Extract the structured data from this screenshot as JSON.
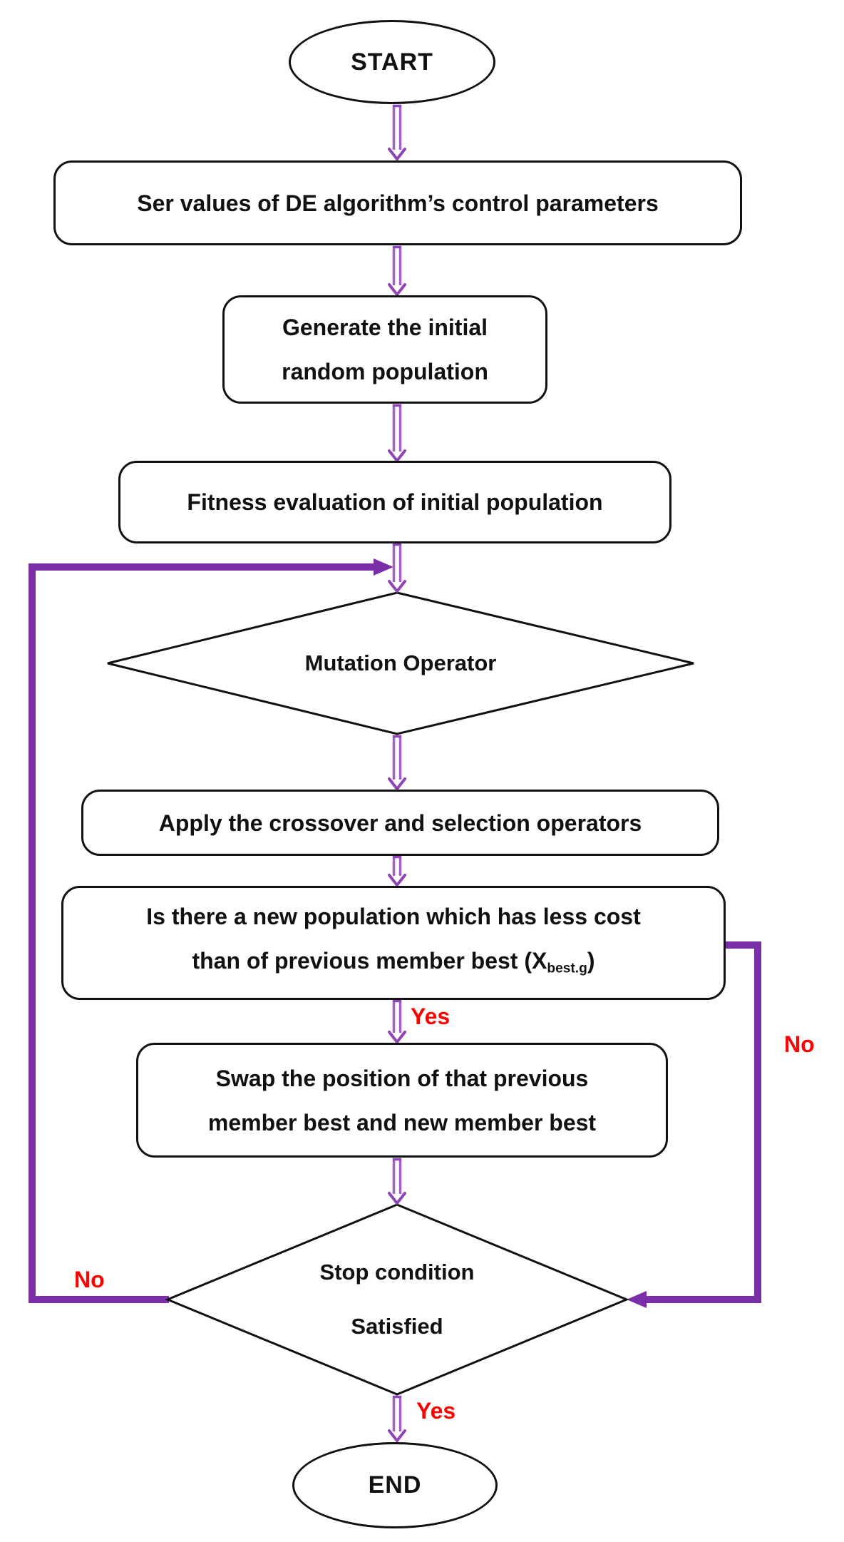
{
  "nodes": {
    "start": {
      "type": "terminator",
      "label": "START"
    },
    "set_params": {
      "type": "process",
      "label": "Ser values of DE algorithm’s control parameters"
    },
    "generate": {
      "type": "process",
      "lines": [
        "Generate the initial",
        "random population"
      ]
    },
    "fitness": {
      "type": "process",
      "label": "Fitness evaluation of initial population"
    },
    "mutation": {
      "type": "decision",
      "label": "Mutation Operator"
    },
    "crossover": {
      "type": "process",
      "label": "Apply the crossover and selection operators"
    },
    "less_cost": {
      "type": "process",
      "line1": "Is there a new population which has less cost",
      "line2_pre": "than of previous member best (X",
      "line2_sub": "best.g",
      "line2_post": ")"
    },
    "swap": {
      "type": "process",
      "lines": [
        "Swap the position of that previous",
        "member best and new member best"
      ]
    },
    "stop": {
      "type": "decision",
      "lines": [
        "Stop condition",
        "Satisfied"
      ]
    },
    "end": {
      "type": "terminator",
      "label": "END"
    }
  },
  "edge_labels": {
    "yes_swap": "Yes",
    "no_right": "No",
    "no_left": "No",
    "yes_end": "Yes"
  },
  "colors": {
    "arrow": "#A35FC6",
    "arrow_head": "#8F44B8",
    "loop": "#7A2EA8",
    "label": "#FF0000",
    "shape_border": "#111111",
    "text": "#111111",
    "background": "#FFFFFF"
  }
}
